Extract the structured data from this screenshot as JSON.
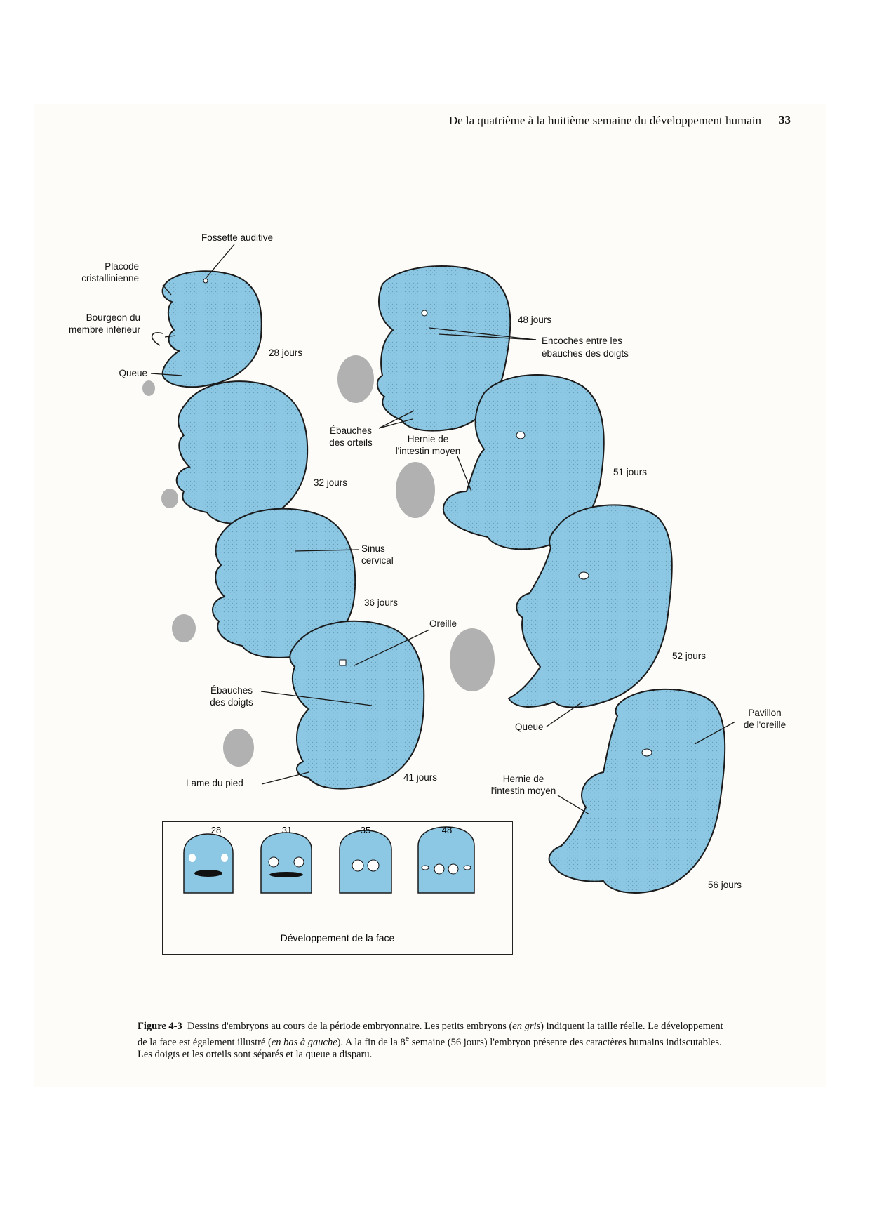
{
  "header": {
    "title": "De la quatrième à la huitième semaine du développement humain",
    "page_number": "33"
  },
  "colors": {
    "embryo_fill": "#8cc7e3",
    "small_embryo": "#a9a9a9",
    "ink": "#111111"
  },
  "figure": {
    "labels": {
      "fossette_auditive": "Fossette auditive",
      "placode_1": "Placode",
      "placode_2": "cristallinienne",
      "bourgeon_1": "Bourgeon du",
      "bourgeon_2": "membre inférieur",
      "queue_28": "Queue",
      "age_28": "28 jours",
      "age_32": "32 jours",
      "sinus_1": "Sinus",
      "sinus_2": "cervical",
      "age_36": "36 jours",
      "oreille": "Oreille",
      "ebauches_doigts_1": "Ébauches",
      "ebauches_doigts_2": "des doigts",
      "lame_pied": "Lame du pied",
      "age_41": "41 jours",
      "age_48": "48 jours",
      "encoches_1": "Encoches entre les",
      "encoches_2": "ébauches des doigts",
      "ebauches_orteils_1": "Ébauches",
      "ebauches_orteils_2": "des orteils",
      "hernie_1": "Hernie de",
      "hernie_2": "l'intestin moyen",
      "age_51": "51 jours",
      "age_52": "52 jours",
      "queue_52": "Queue",
      "pavillon_1": "Pavillon",
      "pavillon_2": "de l'oreille",
      "hernie56_1": "Hernie de",
      "hernie56_2": "l'intestin moyen",
      "age_56": "56 jours"
    },
    "face_panel": {
      "days": [
        "28",
        "31",
        "35",
        "48"
      ],
      "caption": "Développement de la face"
    }
  },
  "caption": {
    "figure_label": "Figure 4-3",
    "part1": "Dessins d'embryons au cours de la période embryonnaire. Les petits embryons (",
    "italic1": "en gris",
    "part2": ") indiquent la taille réelle. Le développement de la face est également illustré (",
    "italic2": "en bas à gauche",
    "part3": "). A la fin de la 8",
    "sup": "e",
    "part4": " semaine (56 jours) l'embryon présente des caractères humains indiscutables. Les doigts et les orteils sont séparés et la queue a disparu."
  }
}
